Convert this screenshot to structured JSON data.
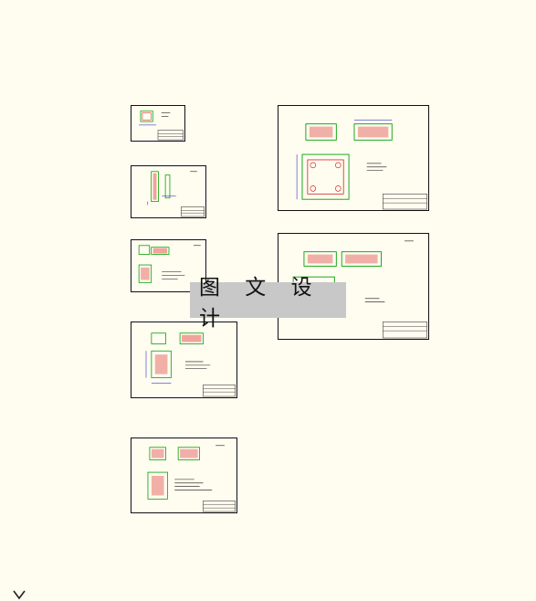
{
  "viewer": {
    "background_color": "#fffcf0",
    "watermark_text": "图 文 设 计",
    "expand_icon": "chevron-down-icon"
  },
  "drawings": [
    {
      "id": "sheet-1"
    },
    {
      "id": "sheet-2"
    },
    {
      "id": "sheet-3"
    },
    {
      "id": "sheet-4"
    },
    {
      "id": "sheet-5"
    },
    {
      "id": "sheet-6"
    },
    {
      "id": "sheet-7"
    }
  ],
  "colors": {
    "outline": "#111111",
    "part_green": "#00a000",
    "hatch_red": "#d00000",
    "dim_blue": "#0000cc"
  }
}
